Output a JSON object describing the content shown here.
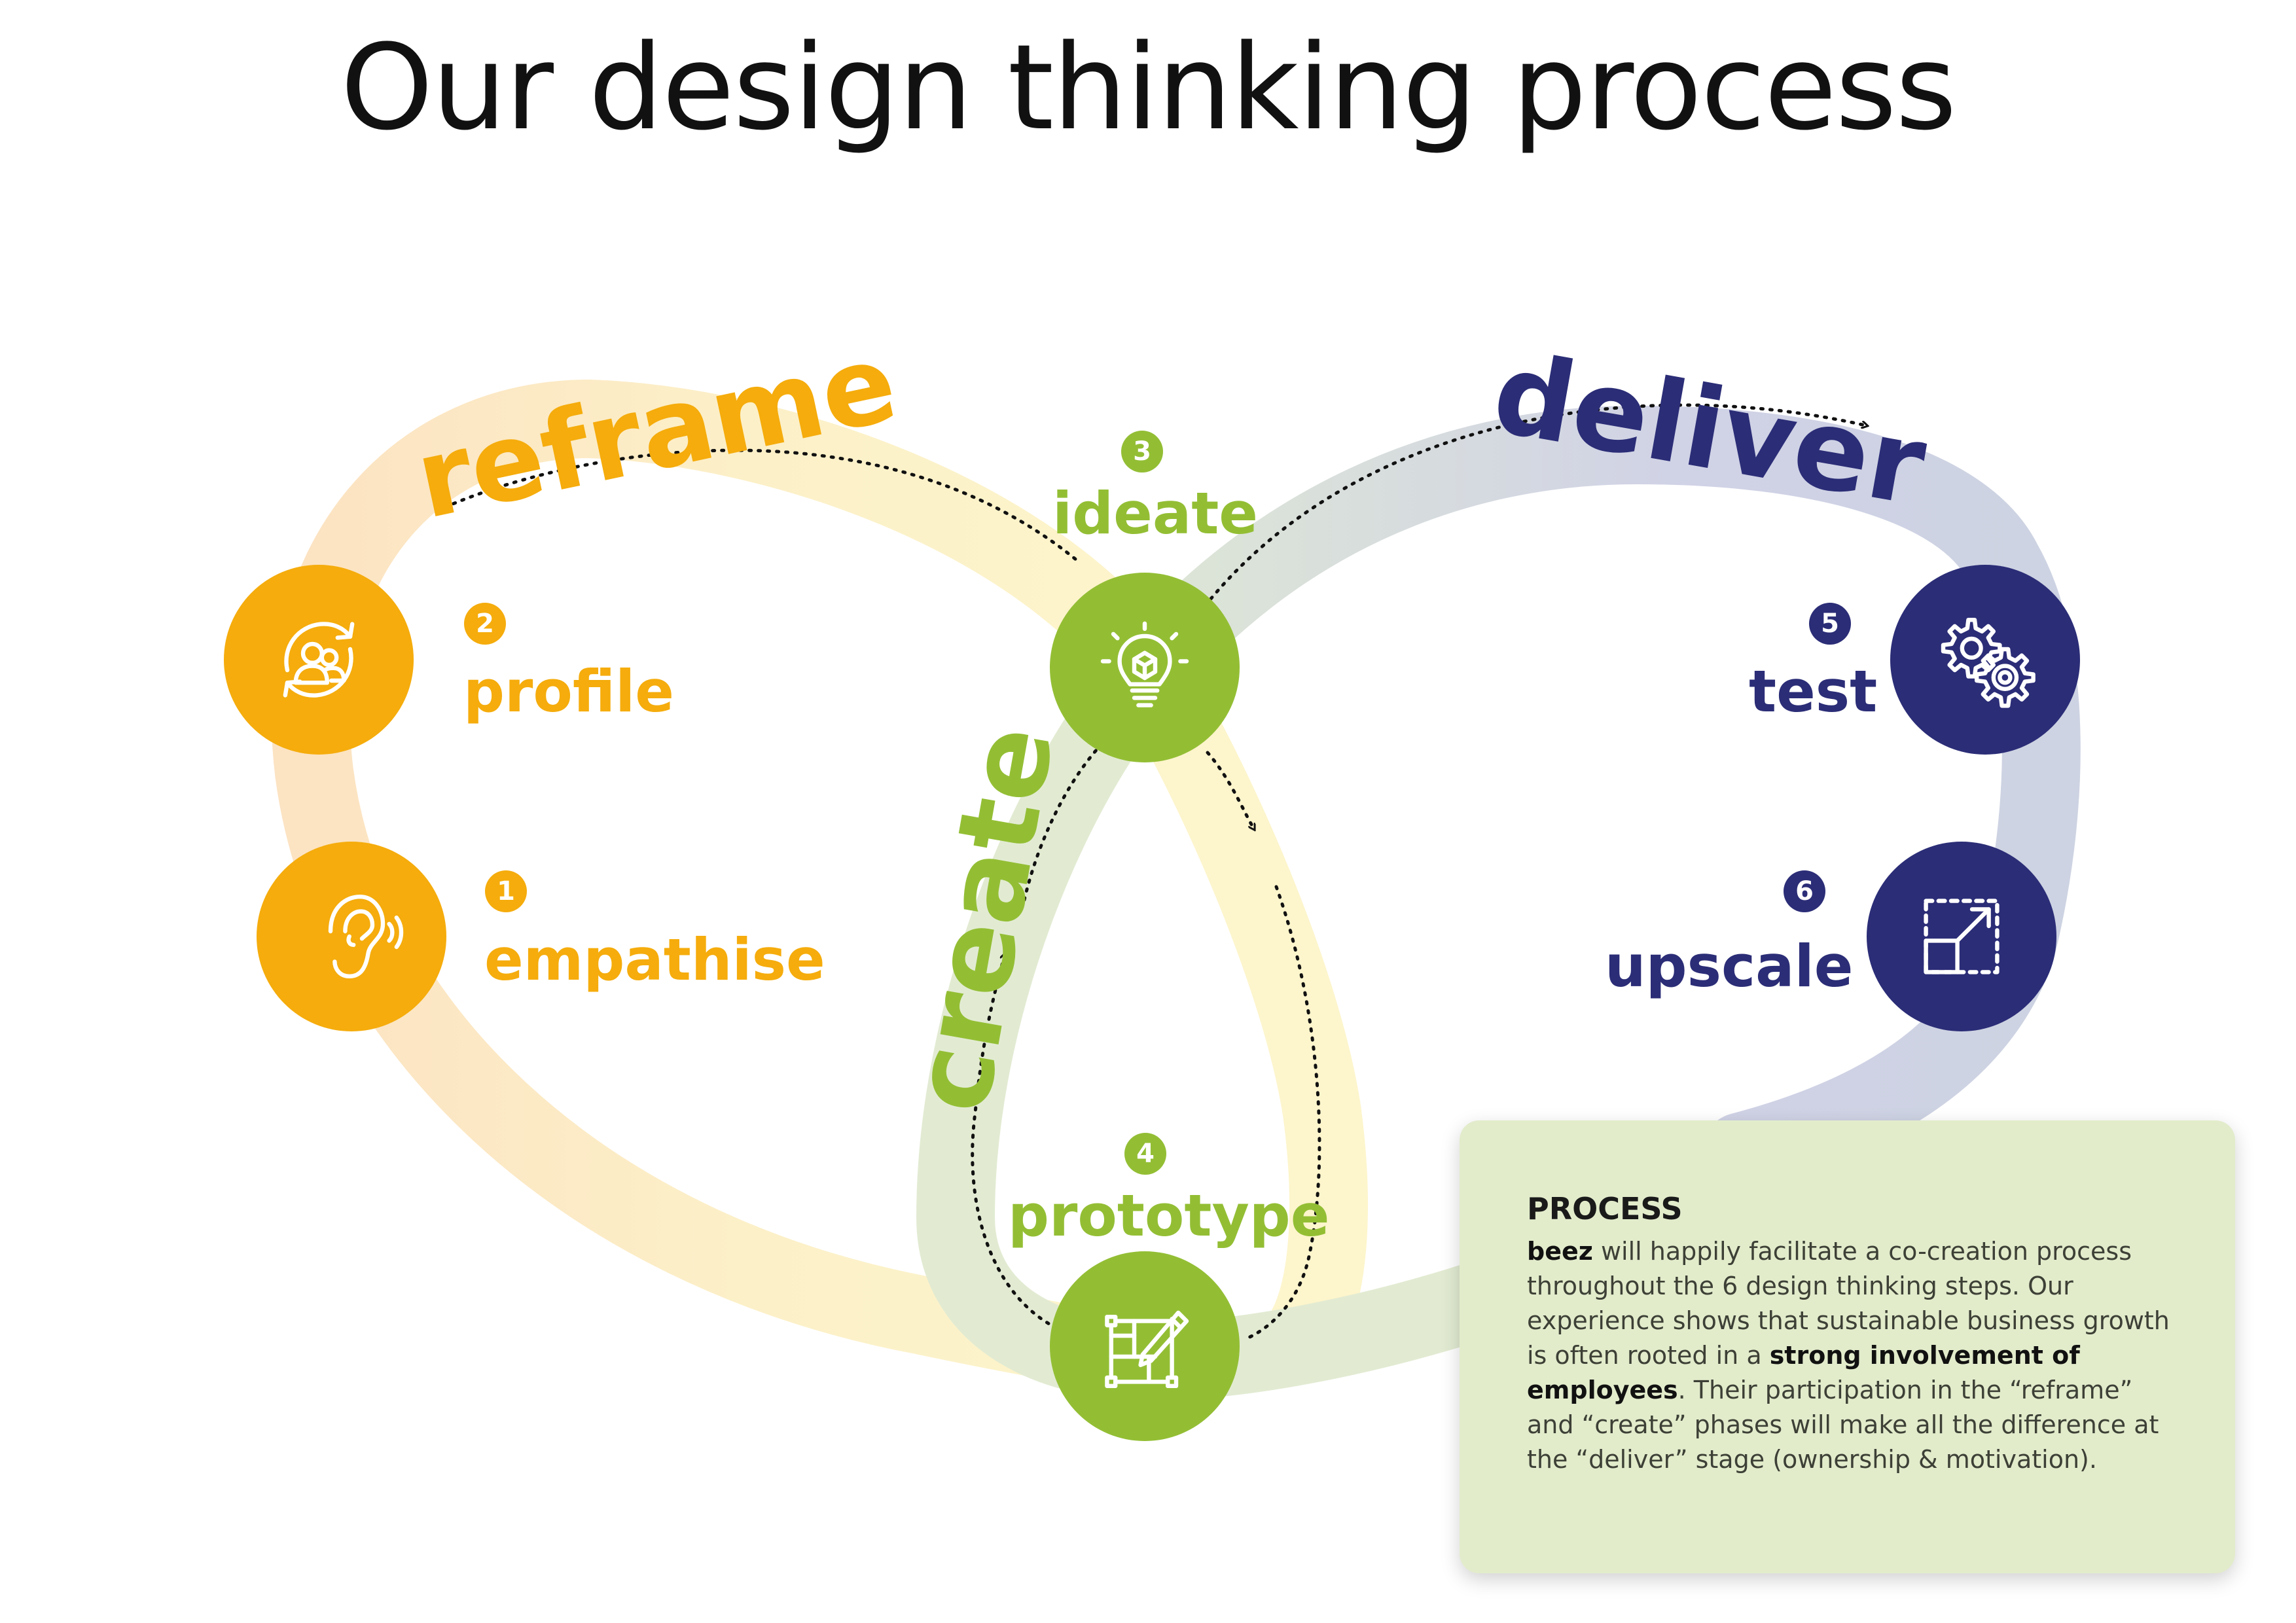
{
  "title": "Our design thinking process",
  "colors": {
    "reframe": "#f5ac0c",
    "create": "#93be34",
    "deliver": "#2b2d77",
    "panel_bg": "#e2eccb"
  },
  "phases": {
    "reframe": "reframe",
    "create": "create",
    "deliver": "deliver"
  },
  "steps": [
    {
      "number": "1",
      "label": "empathise",
      "icon": "ear-icon"
    },
    {
      "number": "2",
      "label": "profile",
      "icon": "profile-cycle-icon"
    },
    {
      "number": "3",
      "label": "ideate",
      "icon": "lightbulb-icon"
    },
    {
      "number": "4",
      "label": "prototype",
      "icon": "prototype-draw-icon"
    },
    {
      "number": "5",
      "label": "test",
      "icon": "gears-icon"
    },
    {
      "number": "6",
      "label": "upscale",
      "icon": "upscale-icon"
    }
  ],
  "panel": {
    "heading": "PROCESS",
    "brand": "beez",
    "text_1": " will happily facilitate a co-creation process throughout the 6 design thinking steps. Our experience shows that sustainable business growth is often rooted in a ",
    "emphasis": "strong involvement of employees",
    "text_2": ". Their participation in the “reframe” and “create” phases will make all the difference at the “deliver” stage (ownership & motivation)."
  }
}
